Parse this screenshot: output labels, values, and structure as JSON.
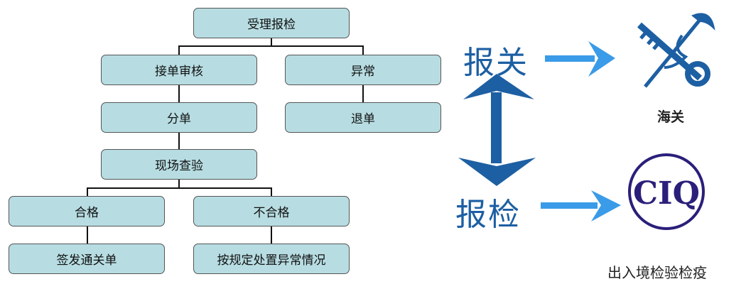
{
  "flowchart": {
    "root": "受理报检",
    "accept_review": "接单审核",
    "abnormal": "异常",
    "split_order": "分单",
    "return_order": "退单",
    "site_inspection": "现场查验",
    "qualified": "合格",
    "unqualified": "不合格",
    "issue_clearance": "签发通关单",
    "handle_abnormal": "按规定处置异常情况"
  },
  "right": {
    "customs_declaration": "报关",
    "inspection_declaration": "报检",
    "customs_label": "海关",
    "ciq_label": "出入境检验检疫",
    "ciq_logo_text": "CIQ",
    "colors": {
      "dark_blue": "#1d5fa3",
      "light_blue": "#3a9be8",
      "ciq": "#2a1f7a"
    }
  }
}
